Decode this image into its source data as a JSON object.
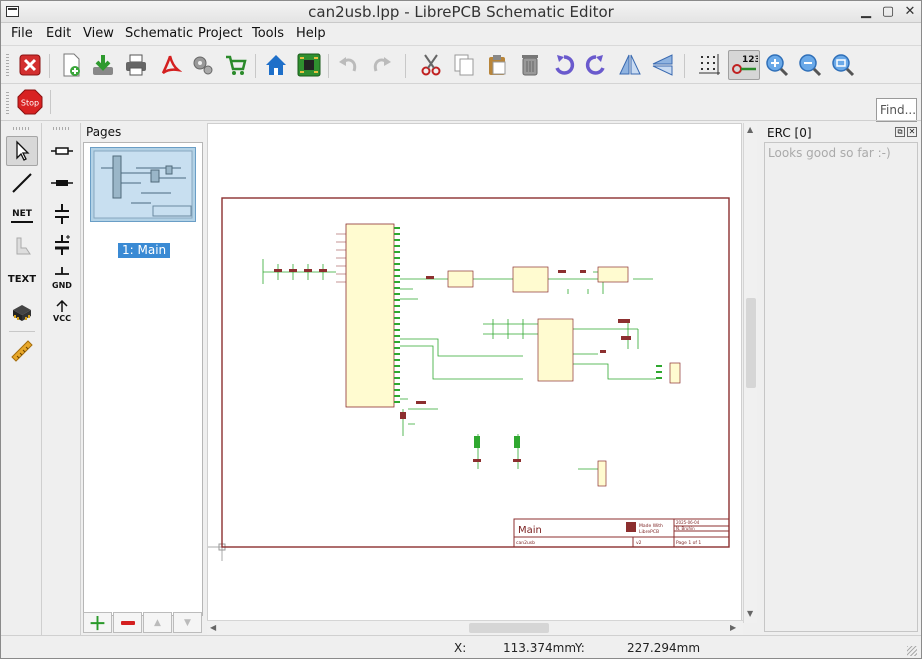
{
  "window": {
    "title": "can2usb.lpp - LibrePCB Schematic Editor"
  },
  "menu": [
    "File",
    "Edit",
    "View",
    "Schematic",
    "Project",
    "Tools",
    "Help"
  ],
  "toolbar": {
    "find_placeholder": "Find...",
    "stop_label": "Stop"
  },
  "tools": {
    "net_label": "NET",
    "text_label": "TEXT",
    "gnd_label": "GND",
    "vcc_label": "VCC"
  },
  "pages": {
    "title": "Pages",
    "items": [
      {
        "label": "1: Main"
      }
    ]
  },
  "erc": {
    "title": "ERC [0]",
    "message": "Looks good so far :-)"
  },
  "schematic": {
    "frame_title": "Main",
    "project": "can2usb",
    "version": "v2",
    "page": "Page 1 of 1",
    "date": "2025-06-04",
    "author": "N. Bruhin",
    "made_with_1": "Made With",
    "made_with_2": "LibrePCB"
  },
  "status": {
    "x_label": "X:",
    "x_value": "113.374mm",
    "y_label": "Y:",
    "y_value": "227.294mm"
  }
}
